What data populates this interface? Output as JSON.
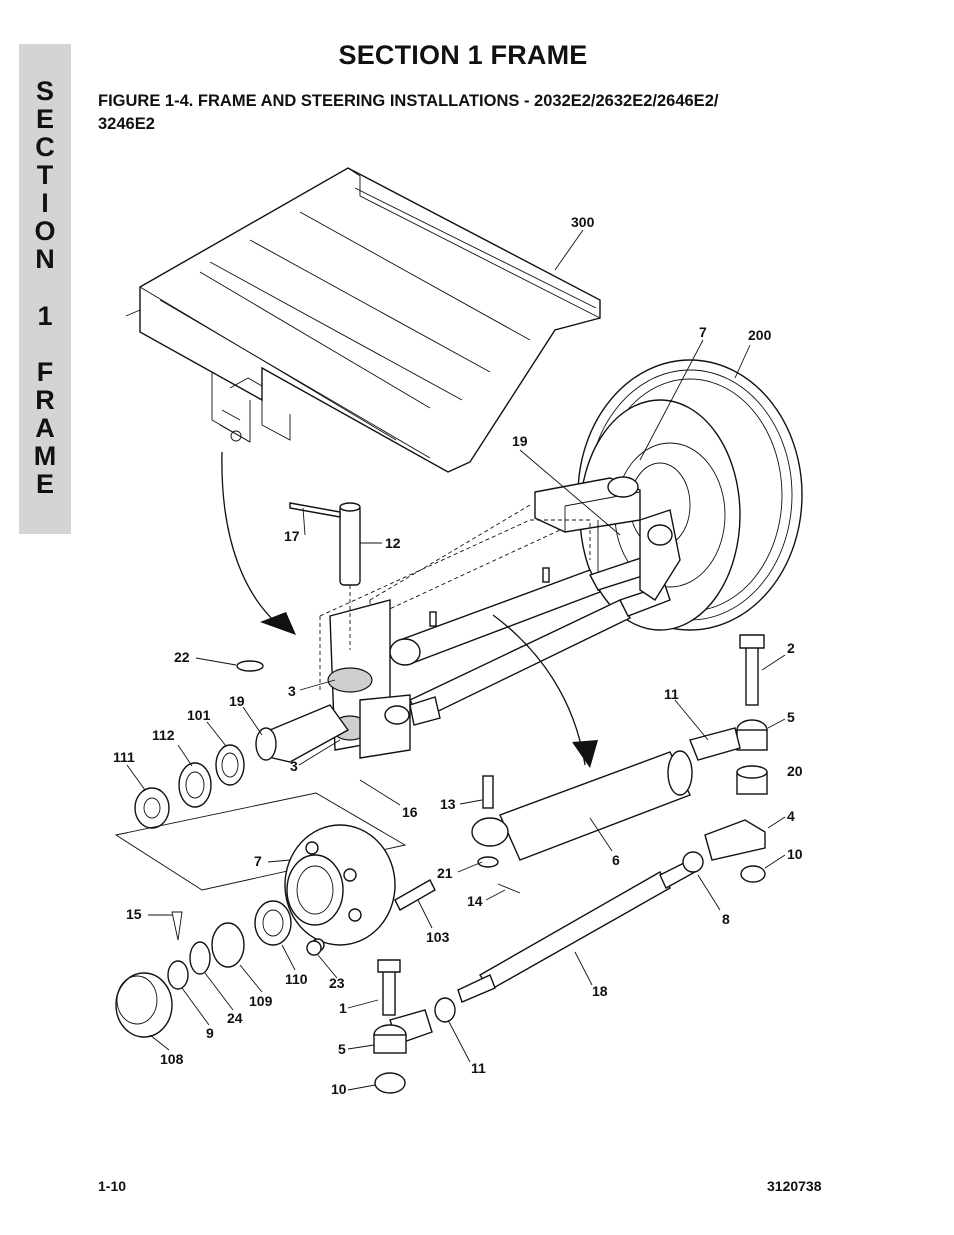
{
  "page": {
    "section_title": "SECTION 1  FRAME",
    "figure_title_line1": "FIGURE 1-4.    FRAME AND STEERING INSTALLATIONS - 2032E2/2632E2/2646E2/",
    "figure_title_line2": "3246E2",
    "page_number": "1-10",
    "document_number": "3120738"
  },
  "side_tab": {
    "letters": [
      "S",
      "E",
      "C",
      "T",
      "I",
      "O",
      "N",
      "1",
      "F",
      "R",
      "A",
      "M",
      "E"
    ]
  },
  "callouts": [
    "300",
    "7",
    "200",
    "19",
    "17",
    "12",
    "22",
    "3",
    "19",
    "101",
    "112",
    "111",
    "3",
    "16",
    "2",
    "11",
    "5",
    "20",
    "4",
    "10",
    "13",
    "6",
    "21",
    "14",
    "8",
    "7",
    "15",
    "103",
    "110",
    "23",
    "109",
    "24",
    "9",
    "108",
    "1",
    "5",
    "10",
    "11",
    "18"
  ]
}
